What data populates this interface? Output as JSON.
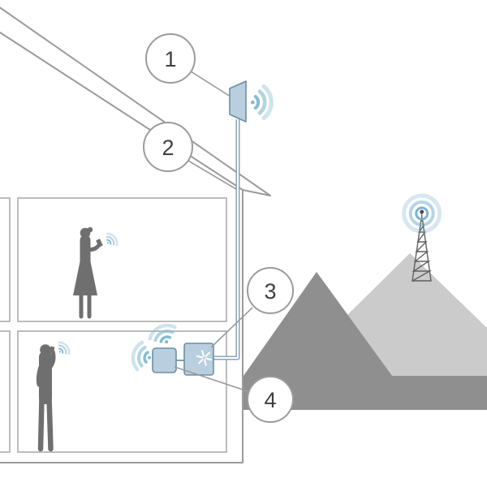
{
  "diagram": {
    "alt": "Cell signal booster system diagram: house with outdoor antenna, cable, booster, indoor antenna, people on phones, mountains and cell tower",
    "callouts": [
      {
        "id": 1,
        "label": "1",
        "target": "outdoor-antenna"
      },
      {
        "id": 2,
        "label": "2",
        "target": "coax-cable"
      },
      {
        "id": 3,
        "label": "3",
        "target": "signal-booster"
      },
      {
        "id": 4,
        "label": "4",
        "target": "indoor-antenna"
      }
    ],
    "icons": {
      "outdoor_antenna": "outdoor-antenna-icon",
      "coax_cable": "coax-cable-line",
      "signal_booster": "signal-booster-icon",
      "indoor_antenna": "indoor-antenna-icon",
      "cell_tower": "cell-tower-icon",
      "wifi_waves": "wifi-waves-icon",
      "person_texting": "person-texting-silhouette",
      "person_calling": "person-calling-silhouette"
    },
    "colors": {
      "background": "#ffffff",
      "outline_gray": "#9b9b9b",
      "device_fill": "#b9cfdf",
      "device_stroke": "#6b8fa3",
      "signal_teal": "#7db8d0",
      "tower_signal_blue": "#6fa9cf",
      "cable_blue_gray": "#7f9db1",
      "silhouette_gray": "#6f6f6f",
      "mountain_dark": "#8f8f8f",
      "mountain_light": "#cbcbcb",
      "callout_text": "#3f3f3f"
    }
  }
}
